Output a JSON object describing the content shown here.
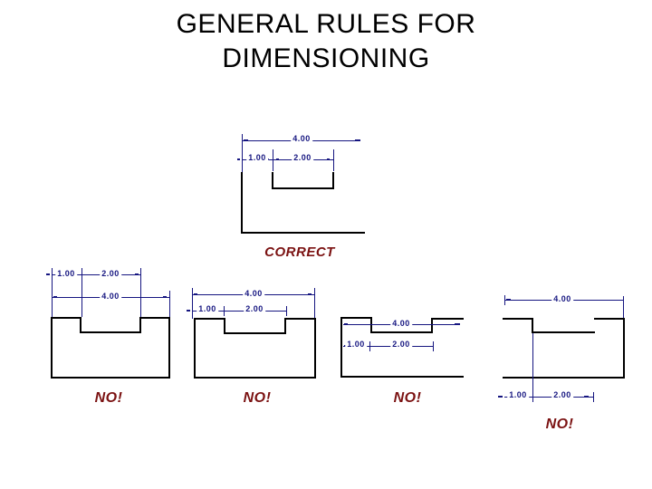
{
  "slide": {
    "title_line1": "GENERAL RULES FOR",
    "title_line2": "DIMENSIONING"
  },
  "colors": {
    "background": "#FFFFFF",
    "title": "#000000",
    "outline": "#000000",
    "dimension": "#151580",
    "verdict": "#7B1212"
  },
  "correct_figure": {
    "verdict": "CORRECT",
    "dim_overall": "4.00",
    "dim_left": "1.00",
    "dim_notch": "2.00"
  },
  "no_figure_1": {
    "verdict": "NO!",
    "dim_overall": "4.00",
    "dim_left": "1.00",
    "dim_notch": "2.00"
  },
  "no_figure_2": {
    "verdict": "NO!",
    "dim_overall": "4.00",
    "dim_left": "1.00",
    "dim_notch": "2.00"
  },
  "no_figure_3": {
    "verdict": "NO!",
    "dim_overall": "4.00",
    "dim_left": "1.00",
    "dim_notch": "2.00"
  },
  "no_figure_4": {
    "verdict": "NO!",
    "dim_overall": "4.00",
    "dim_left": "1.00",
    "dim_notch": "2.00"
  }
}
